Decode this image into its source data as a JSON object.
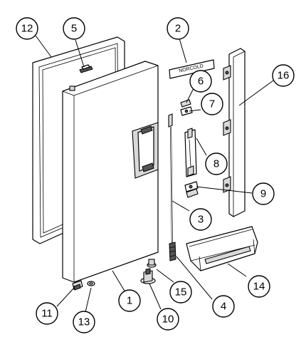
{
  "callouts": [
    {
      "id": "12",
      "label": "12"
    },
    {
      "id": "5",
      "label": "5"
    },
    {
      "id": "2",
      "label": "2"
    },
    {
      "id": "16",
      "label": "16"
    },
    {
      "id": "6",
      "label": "6"
    },
    {
      "id": "7",
      "label": "7"
    },
    {
      "id": "8",
      "label": "8"
    },
    {
      "id": "9",
      "label": "9"
    },
    {
      "id": "3",
      "label": "3"
    },
    {
      "id": "14",
      "label": "14"
    },
    {
      "id": "15",
      "label": "15"
    },
    {
      "id": "4",
      "label": "4"
    },
    {
      "id": "1",
      "label": "1"
    },
    {
      "id": "11",
      "label": "11"
    },
    {
      "id": "13",
      "label": "13"
    },
    {
      "id": "10",
      "label": "10"
    }
  ],
  "nameplate": {
    "text": "NORCOLD"
  }
}
